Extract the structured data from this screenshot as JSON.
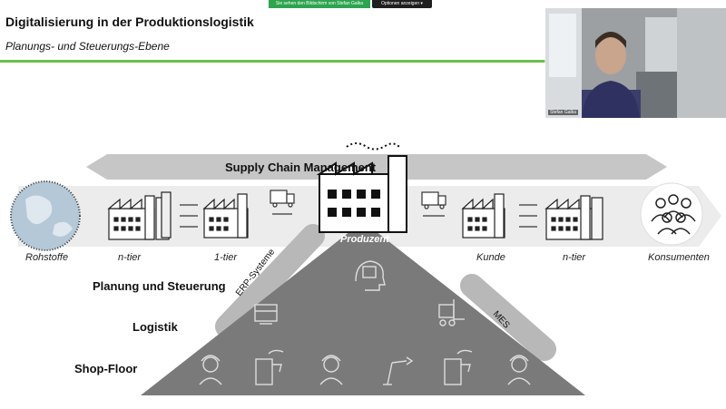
{
  "share_banner": {
    "viewing_text": "Sie sehen den Bildschirm von Stefan Galka",
    "options_label": "Optionen anzeigen"
  },
  "slide": {
    "title": "Digitalisierung in der Produktionslogistik",
    "subtitle": "Planungs- und Steuerungs-Ebene"
  },
  "webcam": {
    "participant_name": "Stefan Galka"
  },
  "diagram": {
    "supply_chain_label": "Supply Chain Management",
    "producer_label": "Produzent",
    "chain_labels": {
      "rohstoffe": "Rohstoffe",
      "ntier_left": "n-tier",
      "tier1": "1-tier",
      "kunde": "Kunde",
      "ntier_right": "n-tier",
      "konsumenten": "Konsumenten"
    },
    "levels": {
      "planung": "Planung und Steuerung",
      "logistik": "Logistik",
      "shopfloor": "Shop-Floor"
    },
    "side_bars": {
      "erp": "ERP-Systeme",
      "mes": "MES"
    }
  },
  "colors": {
    "accent_green": "#6cbf4b",
    "pyramid_gray": "#7d7d7d",
    "band_gray": "#c9c9c9"
  }
}
